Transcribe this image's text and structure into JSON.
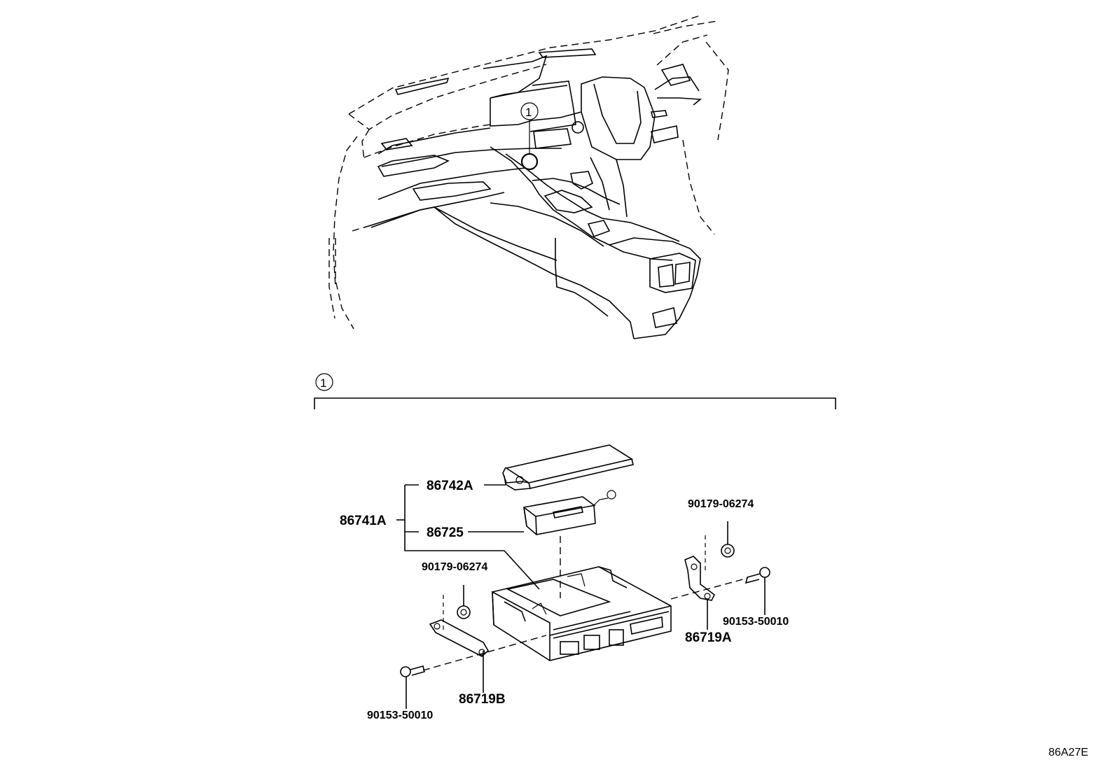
{
  "callout": {
    "number": "1"
  },
  "detail_marker": {
    "number": "1"
  },
  "parts": {
    "assembly": "86741A",
    "cover": "86742A",
    "module": "86725",
    "clip_left": "90179-06274",
    "clip_right": "90179-06274",
    "bracket_left": "86719B",
    "bracket_right": "86719A",
    "screw_left": "90153-50010",
    "screw_right": "90153-50010"
  },
  "reference_code": "86A27E"
}
